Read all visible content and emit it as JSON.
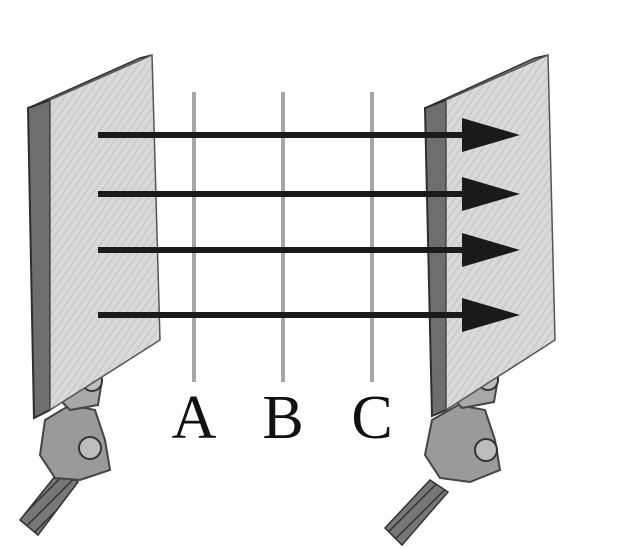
{
  "diagram": {
    "plane_labels": [
      "A",
      "B",
      "C"
    ],
    "field_line_count": 4,
    "colors": {
      "plate_face": "#d9d9d9",
      "plate_edge": "#6e6e6e",
      "bracket": "#8a8a8a",
      "cable": "#5a5a5a",
      "plane_line": "#a6a6a6",
      "arrow": "#1a1a1a",
      "text": "#111111"
    }
  }
}
